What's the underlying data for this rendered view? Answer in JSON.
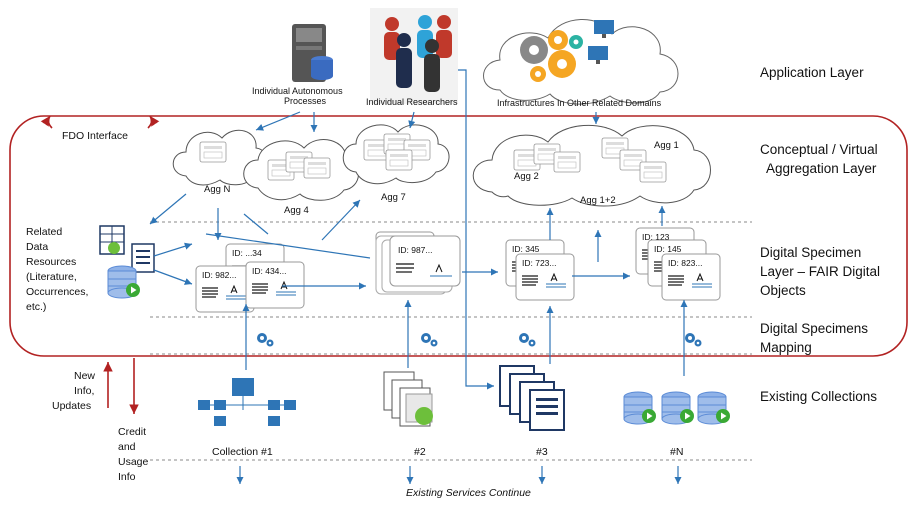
{
  "layers": {
    "application": "Application Layer",
    "conceptual_1": "Conceptual / Virtual",
    "conceptual_2": "Aggregation Layer",
    "digital_specimen_1": "Digital Specimen",
    "digital_specimen_2": "Layer – FAIR Digital",
    "digital_specimen_3": "Objects",
    "mapping_1": "Digital Specimens",
    "mapping_2": "Mapping",
    "existing": "Existing Collections"
  },
  "actors": {
    "processes_1": "Individual Autonomous",
    "processes_2": "Processes",
    "researchers": "Individual Researchers",
    "infrastructures": "Infrastructures In Other Related Domains"
  },
  "fdo_interface": "FDO Interface",
  "aggregations": {
    "agg_n": "Agg N",
    "agg_4": "Agg 4",
    "agg_7": "Agg 7",
    "agg_1": "Agg 1",
    "agg_2": "Agg 2",
    "agg_12": "Agg 1+2"
  },
  "related_resources": [
    "Related",
    "Data",
    "Resources",
    "(Literature,",
    "Occurrences,",
    "etc.)"
  ],
  "specimen_ids": {
    "g1_back2": "ID: ...34",
    "g1_back1": "ID: 982...",
    "g1_front": "ID: 434...",
    "g2_front": "ID: 987...",
    "g3_back": "ID: 345",
    "g3_front": "ID: 723...",
    "g4_back2": "ID: 123",
    "g4_back1": "ID: 145",
    "g4_front": "ID: 823..."
  },
  "collections": {
    "c1": "Collection #1",
    "c2": "#2",
    "c3": "#3",
    "cn": "#N"
  },
  "side_left": {
    "new_1": "New",
    "new_2": "Info,",
    "new_3": "Updates",
    "credit_1": "Credit",
    "credit_2": "and",
    "credit_3": "Usage",
    "credit_4": "Info"
  },
  "footer": "Existing Services Continue",
  "colors": {
    "frame": "#b22222",
    "arrow": "#2e75b6",
    "person_red": "#c0392b",
    "person_cyan": "#2ea3d8",
    "person_navy": "#1f2d4d",
    "person_dark": "#333333",
    "gear_orange": "#f5a623",
    "gear_gray": "#888888",
    "gear_teal": "#2bb3a3",
    "doc_navy": "#1f3864",
    "pie_green": "#6dbf3b",
    "db_blue": "#5b8bd6",
    "play_green": "#3aa935"
  },
  "icons": {
    "server": "server-icon",
    "people": "people-icon",
    "gears": "gears-icon",
    "computer": "computer-icon",
    "mapping": "mapping-gears-icon",
    "collection": "folder-tree-icon",
    "chart_doc": "chart-document-icon",
    "doc_stack": "document-stack-icon",
    "database": "database-play-icon"
  }
}
